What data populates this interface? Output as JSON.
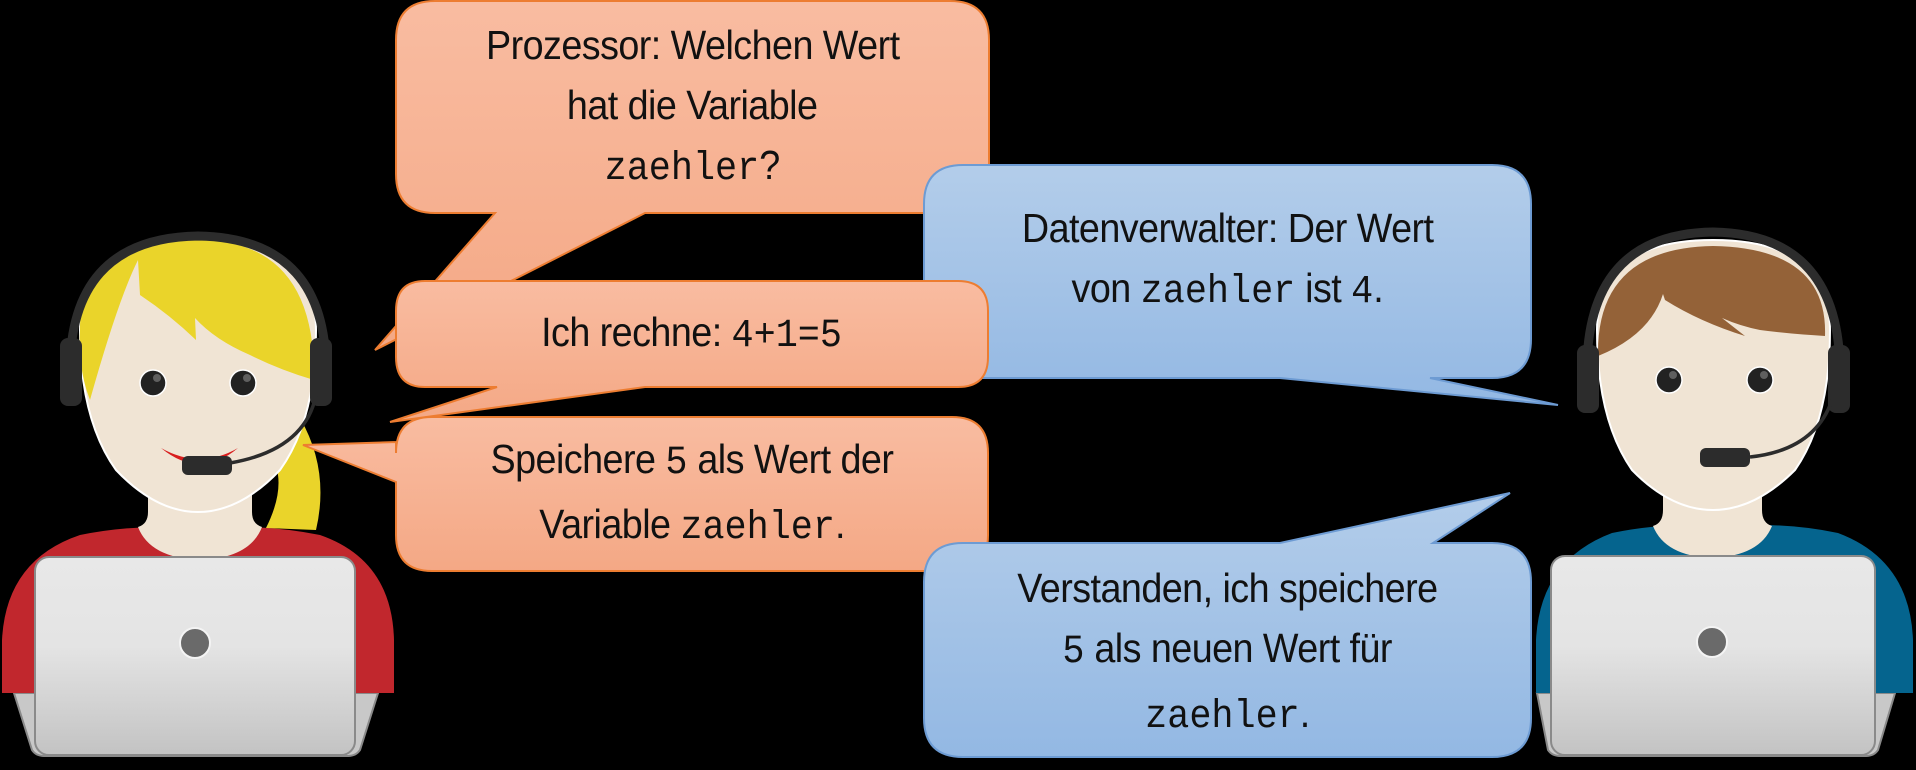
{
  "colors": {
    "background": "#000000",
    "processor_bubble_top": "#f9bca1",
    "processor_bubble_bottom": "#f4a885",
    "processor_bubble_border": "#ed7d31",
    "datamanager_bubble_top": "#b3cdea",
    "datamanager_bubble_bottom": "#93b8e3",
    "datamanager_bubble_border": "#6d9bd3",
    "skin": "#f0e4d4",
    "woman_hair": "#ead42a",
    "woman_shirt": "#c1272d",
    "man_hair": "#946238",
    "man_shirt": "#05648e",
    "headset": "#2c2c2c",
    "laptop_light": "#e8e8e8",
    "laptop_dark": "#c4c4c4",
    "laptop_logo": "#6a6a6a",
    "lips": "#d81d1d"
  },
  "characters": {
    "processor": {
      "role": "Prozessor",
      "description": "woman with blond hair, headset and laptop"
    },
    "data_manager": {
      "role": "Datenverwalter",
      "description": "man with brown hair, headset and laptop"
    }
  },
  "bubbles": [
    {
      "speaker": "processor",
      "lines": [
        [
          {
            "t": "Prozessor: Welchen Wert",
            "mono": false
          }
        ],
        [
          {
            "t": "hat die Variable",
            "mono": false
          }
        ],
        [
          {
            "t": "zaehler",
            "mono": true
          },
          {
            "t": "?",
            "mono": false
          }
        ]
      ]
    },
    {
      "speaker": "data_manager",
      "lines": [
        [
          {
            "t": "Datenverwalter: Der Wert",
            "mono": false
          }
        ],
        [
          {
            "t": "von ",
            "mono": false
          },
          {
            "t": "zaehler",
            "mono": true
          },
          {
            "t": " ist ",
            "mono": false
          },
          {
            "t": "4",
            "mono": true
          },
          {
            "t": ".",
            "mono": false
          }
        ]
      ]
    },
    {
      "speaker": "processor",
      "lines": [
        [
          {
            "t": "Ich rechne: ",
            "mono": false
          },
          {
            "t": "4+1=5",
            "mono": true
          }
        ]
      ]
    },
    {
      "speaker": "processor",
      "lines": [
        [
          {
            "t": "Speichere ",
            "mono": false
          },
          {
            "t": "5",
            "mono": true
          },
          {
            "t": " als Wert der",
            "mono": false
          }
        ],
        [
          {
            "t": "Variable ",
            "mono": false
          },
          {
            "t": "zaehler",
            "mono": true
          },
          {
            "t": ".",
            "mono": false
          }
        ]
      ]
    },
    {
      "speaker": "data_manager",
      "lines": [
        [
          {
            "t": "Verstanden, ich speichere",
            "mono": false
          }
        ],
        [
          {
            "t": "5",
            "mono": true
          },
          {
            "t": " als neuen Wert für",
            "mono": false
          }
        ],
        [
          {
            "t": "zaehler",
            "mono": true
          },
          {
            "t": ".",
            "mono": false
          }
        ]
      ]
    }
  ]
}
